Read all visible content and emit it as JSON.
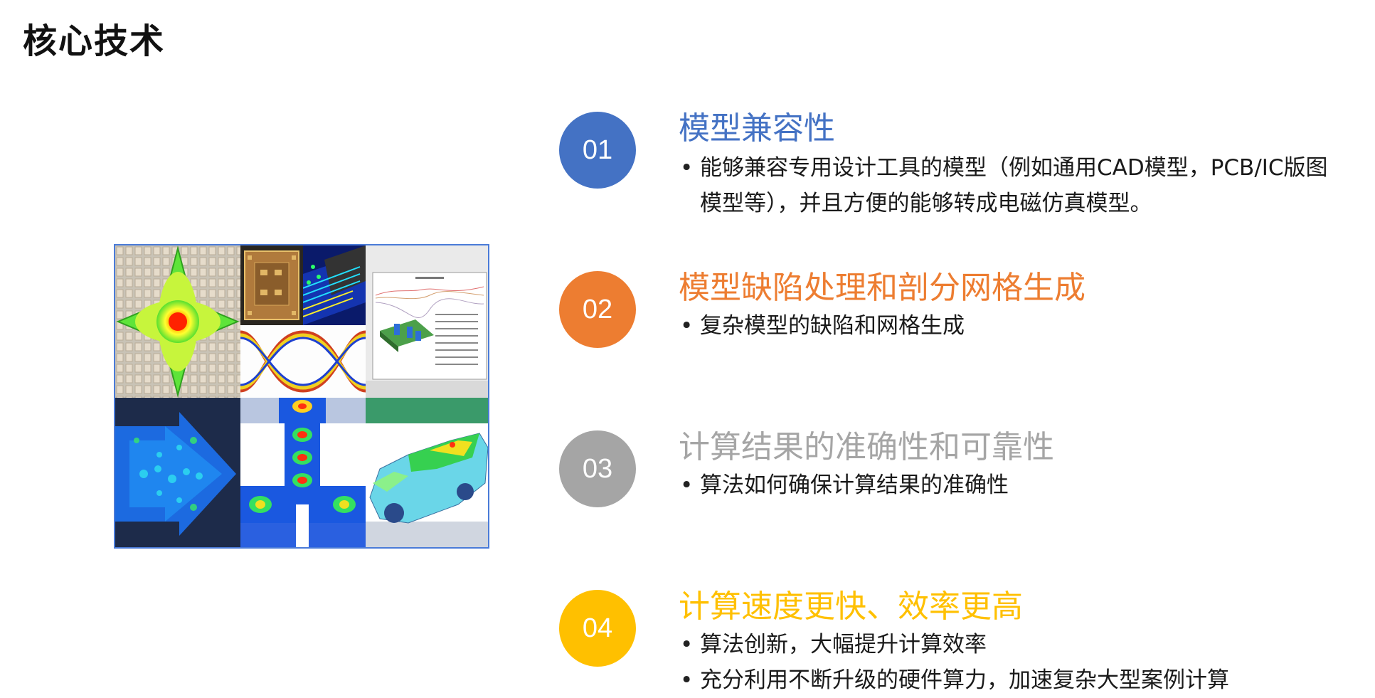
{
  "page": {
    "title": "核心技术"
  },
  "items": [
    {
      "number": "01",
      "color": "#4472C4",
      "title": "模型兼容性",
      "bullets": [
        {
          "line1": "能够兼容专用设计工具的模型（例如通用CAD模型，PCB/IC版图",
          "line2": "模型等），并且方便的能够转成电磁仿真模型。"
        }
      ]
    },
    {
      "number": "02",
      "color": "#ED7D31",
      "title": "模型缺陷处理和剖分网格生成",
      "bullets": [
        {
          "line1": "复杂模型的缺陷和网格生成"
        }
      ]
    },
    {
      "number": "03",
      "color": "#A5A5A5",
      "title": "计算结果的准确性和可靠性",
      "bullets": [
        {
          "line1": "算法如何确保计算结果的准确性"
        }
      ]
    },
    {
      "number": "04",
      "color": "#FFC000",
      "title": "计算速度更快、效率更高",
      "bullets": [
        {
          "line1": "算法创新，大幅提升计算效率"
        },
        {
          "line1": "充分利用不断升级的硬件算力，加速复杂大型案例计算"
        }
      ]
    }
  ],
  "collage": {
    "tiles": [
      "antenna-array-field-icon",
      "ic-package-photo-icon",
      "pcb-3d-model-icon",
      "rectangular-chart-icon",
      "eye-diagram-icon",
      "arrow-antenna-field-icon",
      "waveguide-t-junction-field-icon",
      "car-body-field-icon"
    ],
    "border_color": "#4A7BD8"
  }
}
